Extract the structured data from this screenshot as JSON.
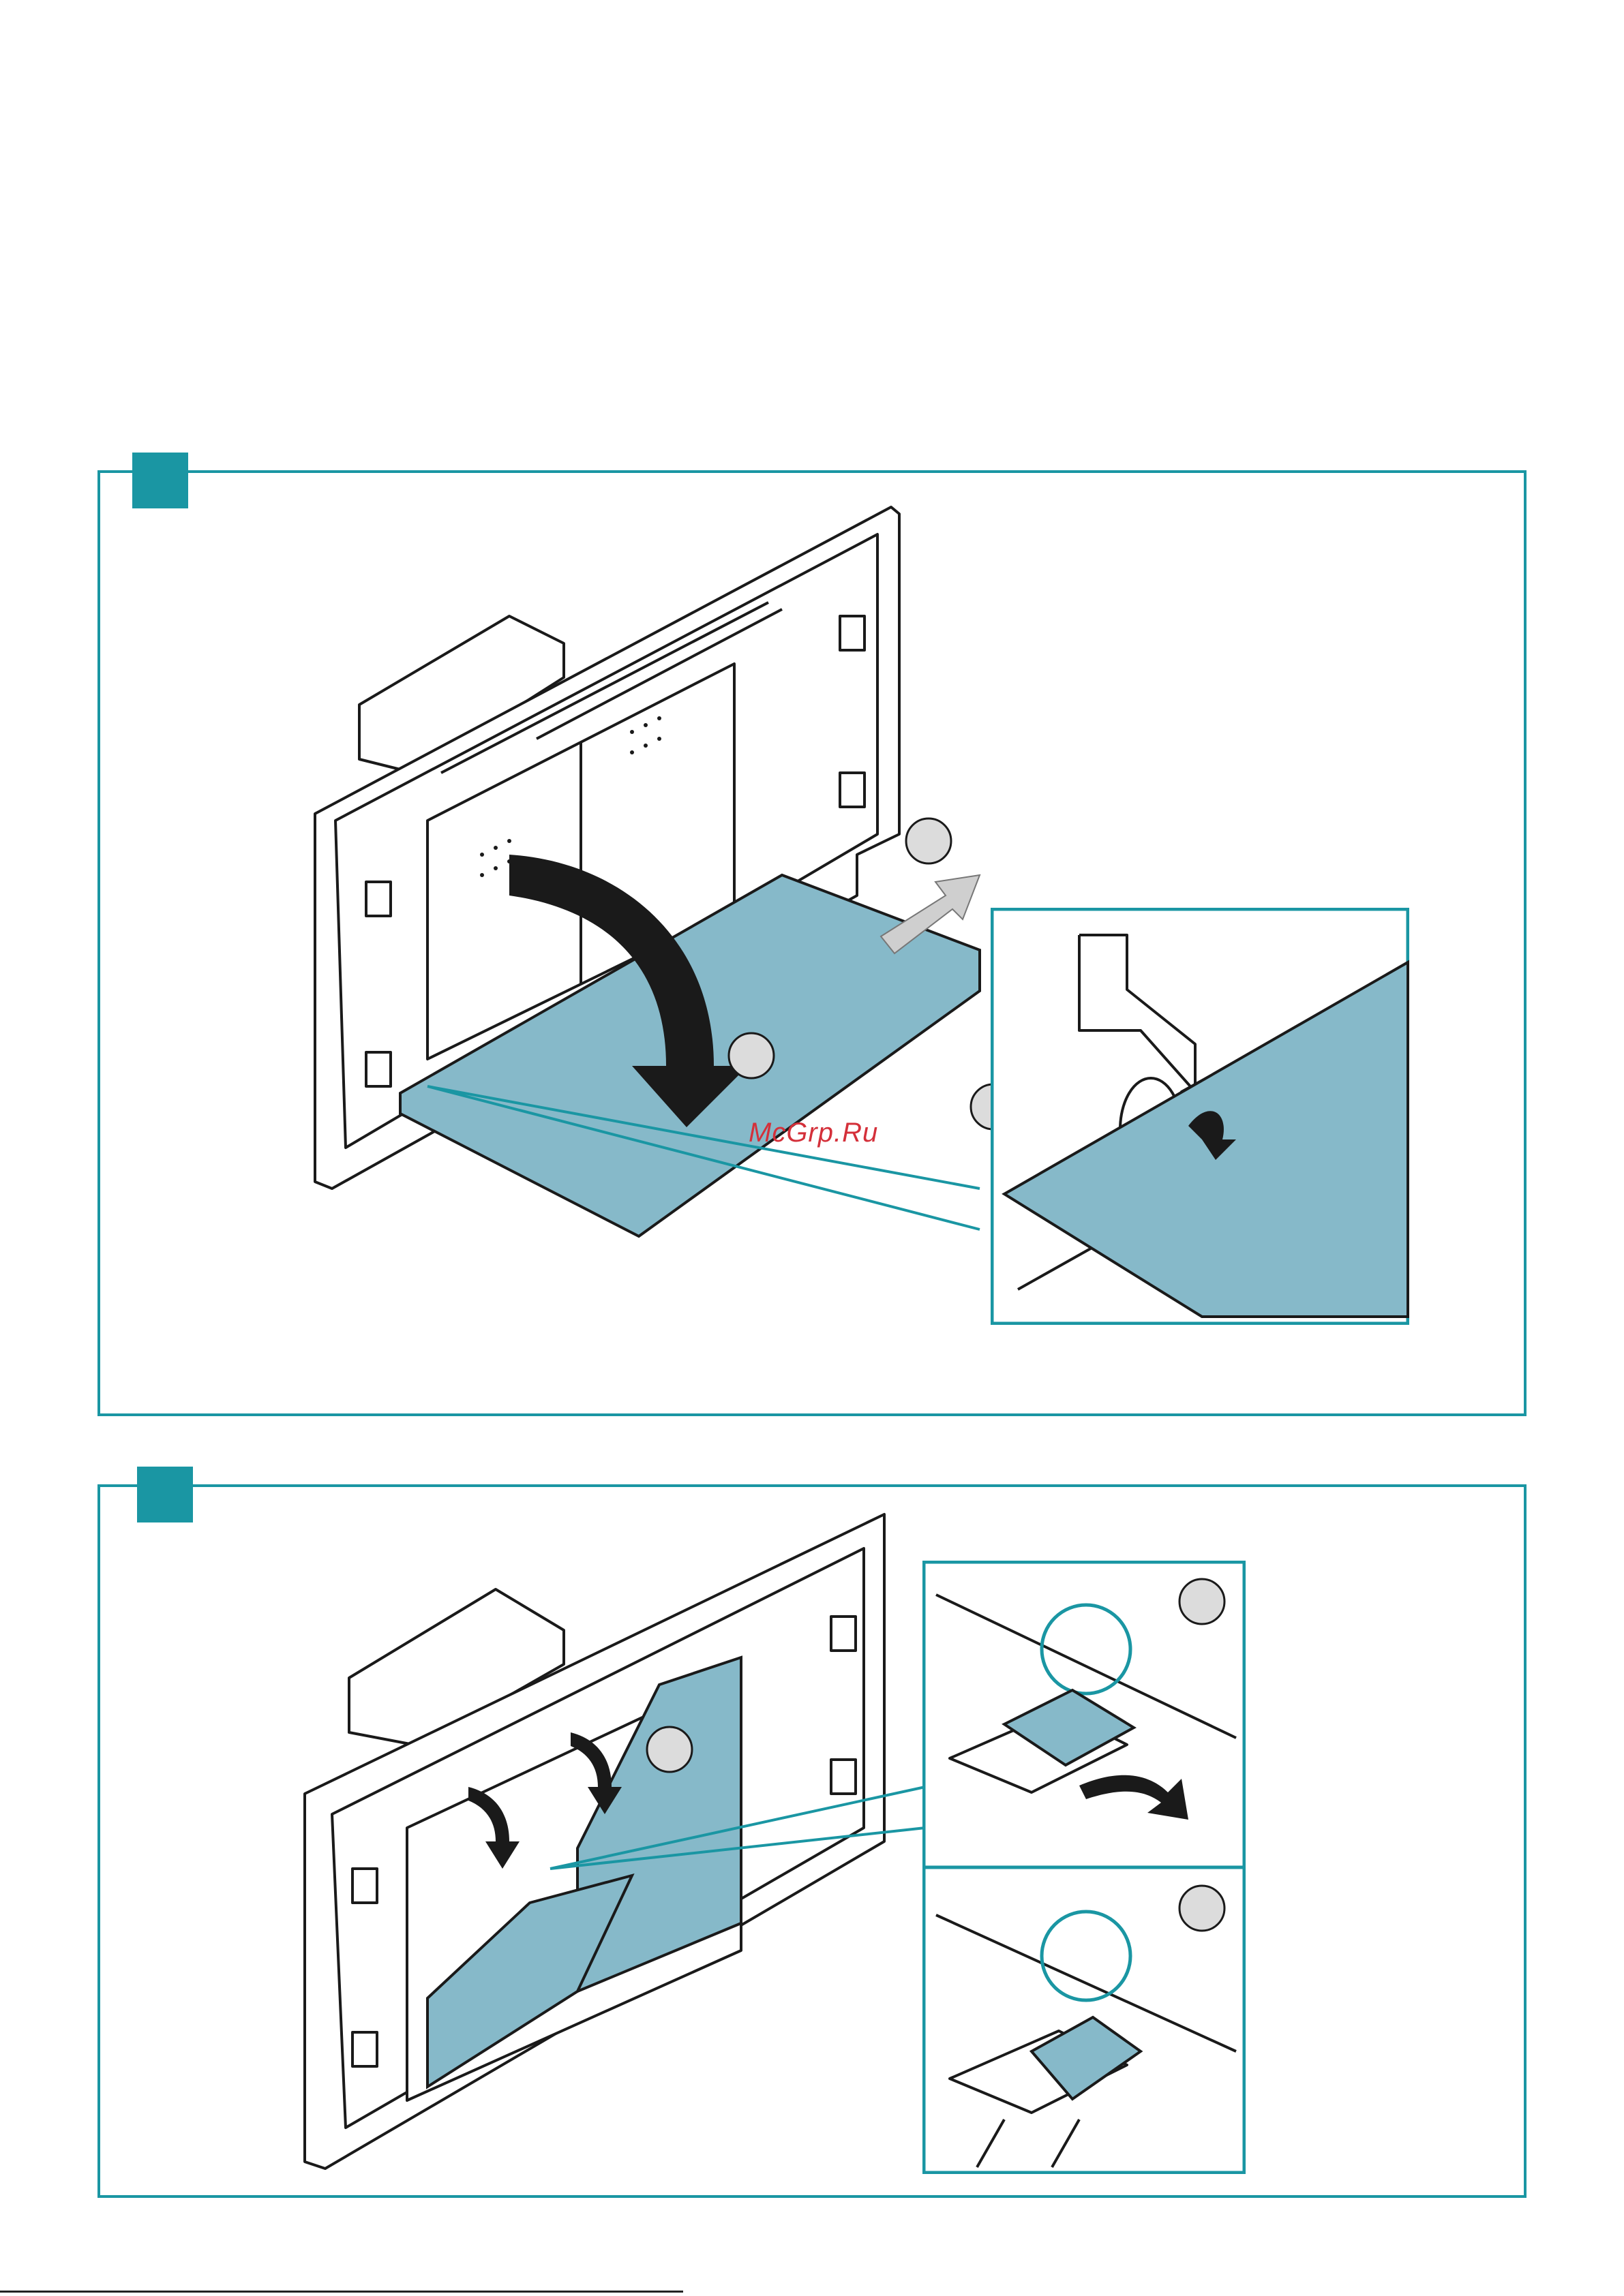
{
  "watermark": "McGrp.Ru",
  "colors": {
    "accent": "#1a96a3",
    "glass": "#86b9c9",
    "line": "#1a1a1a",
    "callout": "#dcdcdc"
  },
  "panels": [
    {
      "name": "step-1",
      "badge_icon": "step-square-icon",
      "callouts": 3
    },
    {
      "name": "step-2",
      "badge_icon": "step-square-icon",
      "callouts": 3
    }
  ]
}
